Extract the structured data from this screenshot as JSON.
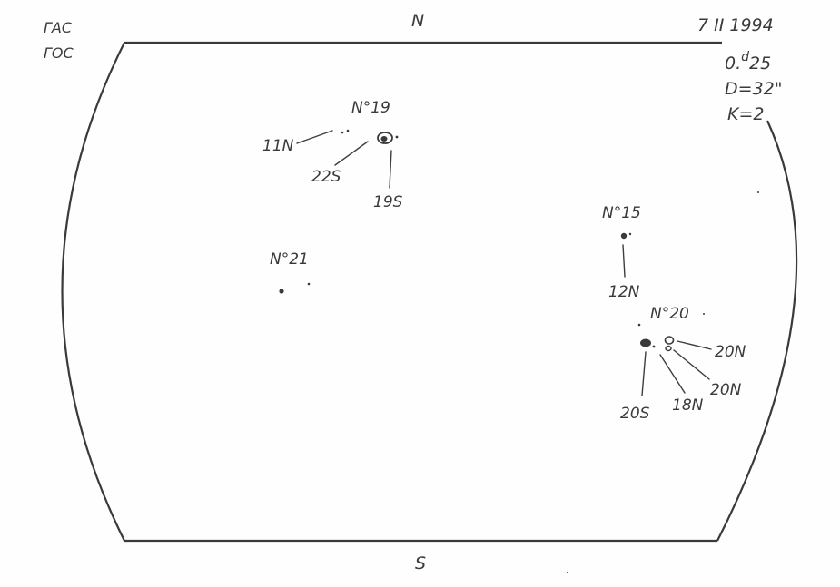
{
  "header": {
    "observatory_line1": "ГАС",
    "observatory_line2": "ГОС",
    "date": "7 II 1994",
    "time_main": "0.",
    "time_sup": "d",
    "time_frac": "25",
    "diameter": "D=32\"",
    "k_value": "K=2"
  },
  "orientation": {
    "north": "N",
    "south": "S"
  },
  "groups": {
    "g19": {
      "label": "N°19",
      "spots": [
        "11N",
        "22S",
        "19S"
      ]
    },
    "g21": {
      "label": "N°21"
    },
    "g15": {
      "label": "N°15",
      "spots": [
        "12N"
      ]
    },
    "g20": {
      "label": "N°20",
      "spots": [
        "20N",
        "20N",
        "18N",
        "20S"
      ]
    }
  },
  "colors": {
    "ink": "#3a3a3a",
    "paper": "#fefefe"
  }
}
